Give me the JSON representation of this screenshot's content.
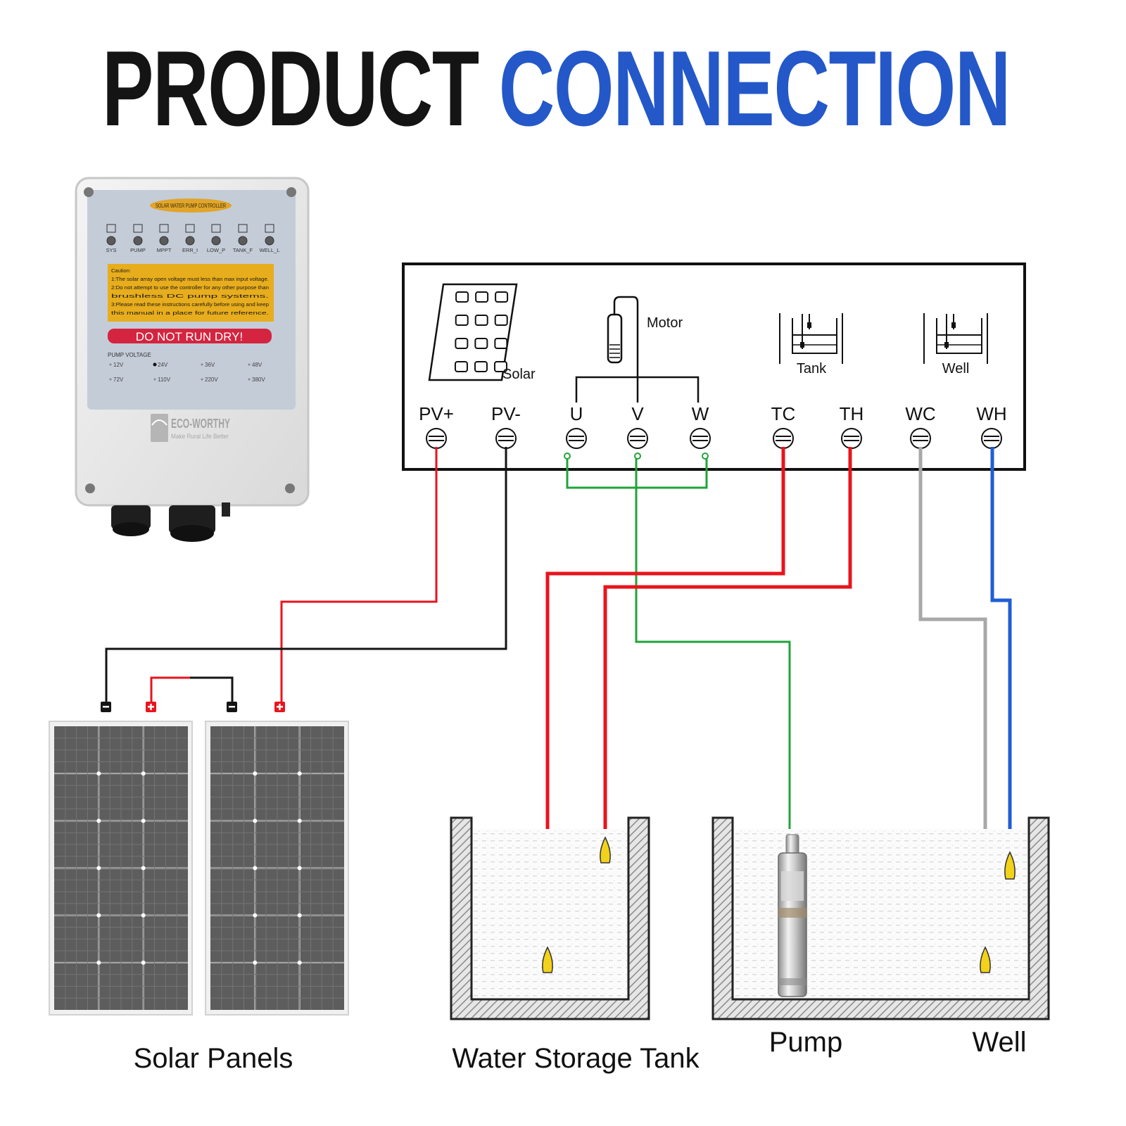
{
  "title": {
    "word1": "PRODUCT",
    "word2": "CONNECTION"
  },
  "colors": {
    "title_dark": "#141414",
    "title_blue": "#2458c8",
    "wire_red": "#e8141e",
    "wire_black": "#141414",
    "wire_green": "#22a33a",
    "wire_gray": "#a8a8a8",
    "wire_blue": "#1f5ed4",
    "probe_yellow": "#f2d21a"
  },
  "controller": {
    "badge": "SOLAR WATER PUMP CONTROLLER",
    "indicators": [
      "SYS",
      "PUMP",
      "MPPT",
      "ERR_I",
      "LOW_P",
      "TANK_F",
      "WELL_L"
    ],
    "caution_title": "Caution:",
    "caution_lines": [
      "1:The solar array open voltage must less than max input voltage.",
      "2:Do not attempt to use the controller for any other purpose than",
      "brushless DC pump systems.",
      "3:Please read these instructions carefully before using and keep",
      "this manual in a place for future reference."
    ],
    "warning": "DO NOT RUN DRY!",
    "voltage_title": "PUMP VOLTAGE",
    "voltages": [
      "12V",
      "24V",
      "36V",
      "48V",
      "72V",
      "110V",
      "220V",
      "380V"
    ],
    "selected_voltage": "24V",
    "brand": "ECO-WORTHY",
    "tagline": "Make Rural Life Better"
  },
  "panel": {
    "icons": {
      "solar": "Solar",
      "motor": "Motor",
      "tank": "Tank",
      "well": "Well"
    },
    "terminals": [
      "PV+",
      "PV-",
      "U",
      "V",
      "W",
      "TC",
      "TH",
      "WC",
      "WH"
    ]
  },
  "labels": {
    "solar_panels": "Solar Panels",
    "water_tank": "Water Storage Tank",
    "pump": "Pump",
    "well": "Well"
  }
}
